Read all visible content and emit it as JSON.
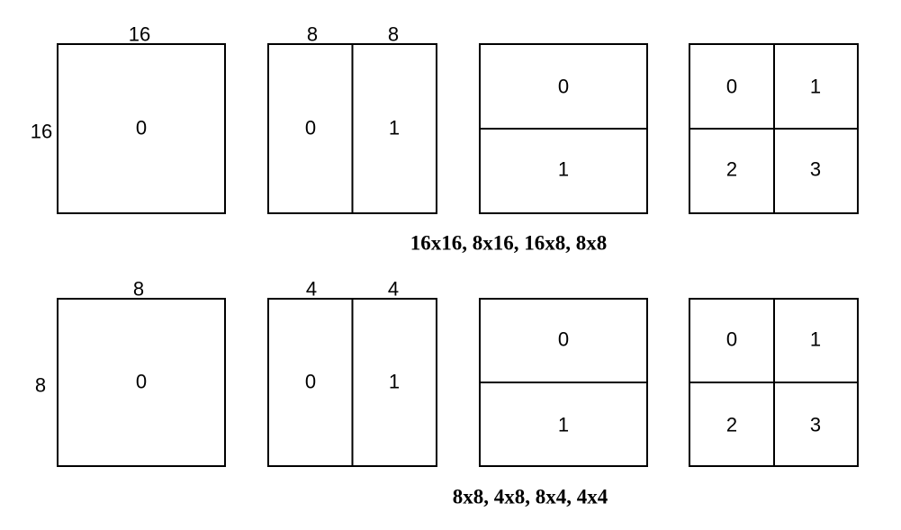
{
  "rows": [
    {
      "caption": "16x16, 8x16, 16x8, 8x8",
      "box1": {
        "top_label": "16",
        "side_label": "16",
        "cell": "0"
      },
      "box2": {
        "top_labels": [
          "8",
          "8"
        ],
        "cells": [
          "0",
          "1"
        ]
      },
      "box3": {
        "cells": [
          "0",
          "1"
        ]
      },
      "box4": {
        "cells": [
          "0",
          "1",
          "2",
          "3"
        ]
      }
    },
    {
      "caption": "8x8, 4x8, 8x4, 4x4",
      "box1": {
        "top_label": "8",
        "side_label": "8",
        "cell": "0"
      },
      "box2": {
        "top_labels": [
          "4",
          "4"
        ],
        "cells": [
          "0",
          "1"
        ]
      },
      "box3": {
        "cells": [
          "0",
          "1"
        ]
      },
      "box4": {
        "cells": [
          "0",
          "1",
          "2",
          "3"
        ]
      }
    }
  ],
  "colors": {
    "stroke": "#000000",
    "background": "#ffffff"
  }
}
